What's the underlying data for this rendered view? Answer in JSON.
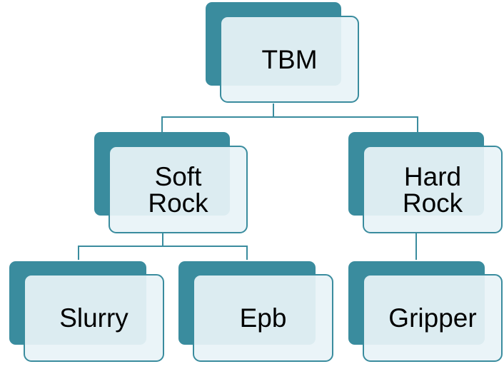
{
  "diagram": {
    "type": "tree",
    "colors": {
      "accent": "#3a8c9e",
      "card_fill": "#e8f3f7",
      "text": "#000000",
      "background": "#ffffff"
    },
    "root": {
      "label": "TBM"
    },
    "branches": {
      "soft_rock": {
        "label": "Soft\nRock",
        "children": {
          "slurry": {
            "label": "Slurry"
          },
          "epb": {
            "label": "Epb"
          }
        }
      },
      "hard_rock": {
        "label": "Hard\nRock",
        "children": {
          "gripper": {
            "label": "Gripper"
          }
        }
      }
    }
  }
}
